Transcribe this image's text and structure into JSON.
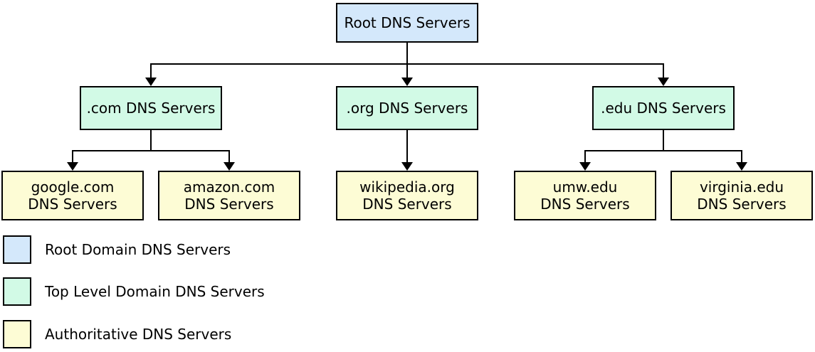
{
  "diagram": {
    "title_implicit": "DNS server hierarchy",
    "root": {
      "label": "Root DNS Servers"
    },
    "tld_nodes": [
      {
        "label": ".com DNS Servers"
      },
      {
        "label": ".org DNS Servers"
      },
      {
        "label": ".edu DNS Servers"
      }
    ],
    "authoritative_nodes": [
      {
        "line1": "google.com",
        "line2": "DNS Servers"
      },
      {
        "line1": "amazon.com",
        "line2": "DNS Servers"
      },
      {
        "line1": "wikipedia.org",
        "line2": "DNS Servers"
      },
      {
        "line1": "umw.edu",
        "line2": "DNS Servers"
      },
      {
        "line1": "virginia.edu",
        "line2": "DNS Servers"
      }
    ],
    "colors": {
      "root_fill": "#d4e8fb",
      "tld_fill": "#d2fae6",
      "authoritative_fill": "#fdfcd5",
      "border": "#000000",
      "connector": "#000000",
      "background": "#ffffff"
    },
    "icons": {
      "arrow_down": "filled-triangle-down"
    }
  },
  "legend": {
    "items": [
      {
        "label": "Root Domain DNS Servers",
        "color": "#d4e8fb"
      },
      {
        "label": "Top Level Domain DNS Servers",
        "color": "#d2fae6"
      },
      {
        "label": "Authoritative DNS Servers",
        "color": "#fdfcd5"
      }
    ]
  }
}
